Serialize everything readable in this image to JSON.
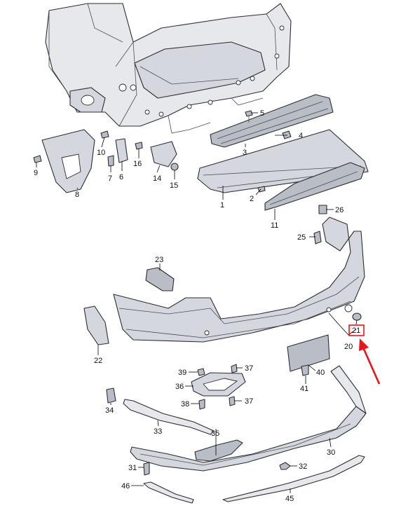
{
  "callouts": {
    "c1": "1",
    "c2": "2",
    "c3": "3",
    "c4": "4",
    "c5": "5",
    "c6": "6",
    "c7": "7",
    "c8": "8",
    "c9": "9",
    "c10": "10",
    "c11": "11",
    "c14": "14",
    "c15": "15",
    "c16": "16",
    "c20": "20",
    "c21": "21",
    "c22": "22",
    "c23": "23",
    "c25": "25",
    "c26": "26",
    "c30": "30",
    "c31": "31",
    "c32": "32",
    "c33": "33",
    "c34": "34",
    "c35": "35",
    "c36": "36",
    "c37a": "37",
    "c37b": "37",
    "c38": "38",
    "c39": "39",
    "c40": "40",
    "c41": "41",
    "c45": "45",
    "c46": "46"
  },
  "highlight": {
    "part": "21",
    "color": "#e4161b"
  }
}
